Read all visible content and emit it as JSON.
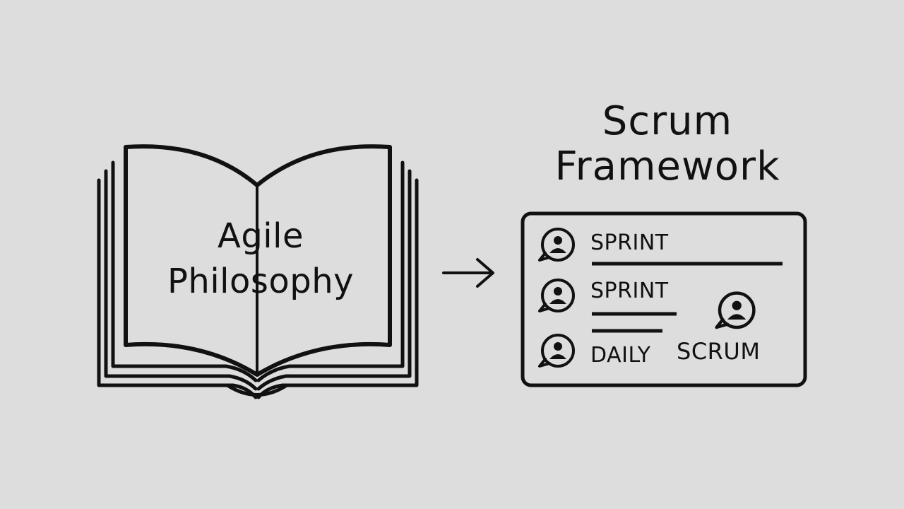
{
  "book": {
    "title_line1": "Agile",
    "title_line2": "Philosophy",
    "icon": "open-book-icon"
  },
  "arrow": {
    "icon": "right-arrow-icon"
  },
  "framework": {
    "title_line1": "Scrum",
    "title_line2": "Framework",
    "rows": [
      {
        "label": "SPRINT",
        "icon": "person-chat-icon"
      },
      {
        "label": "SPRINT",
        "icon": "person-chat-icon"
      },
      {
        "label": "DAILY",
        "icon": "person-chat-icon"
      }
    ],
    "side_label": "SCRUM",
    "side_icon": "person-chat-icon"
  },
  "colors": {
    "background": "#dcdddc",
    "ink": "#111111"
  }
}
